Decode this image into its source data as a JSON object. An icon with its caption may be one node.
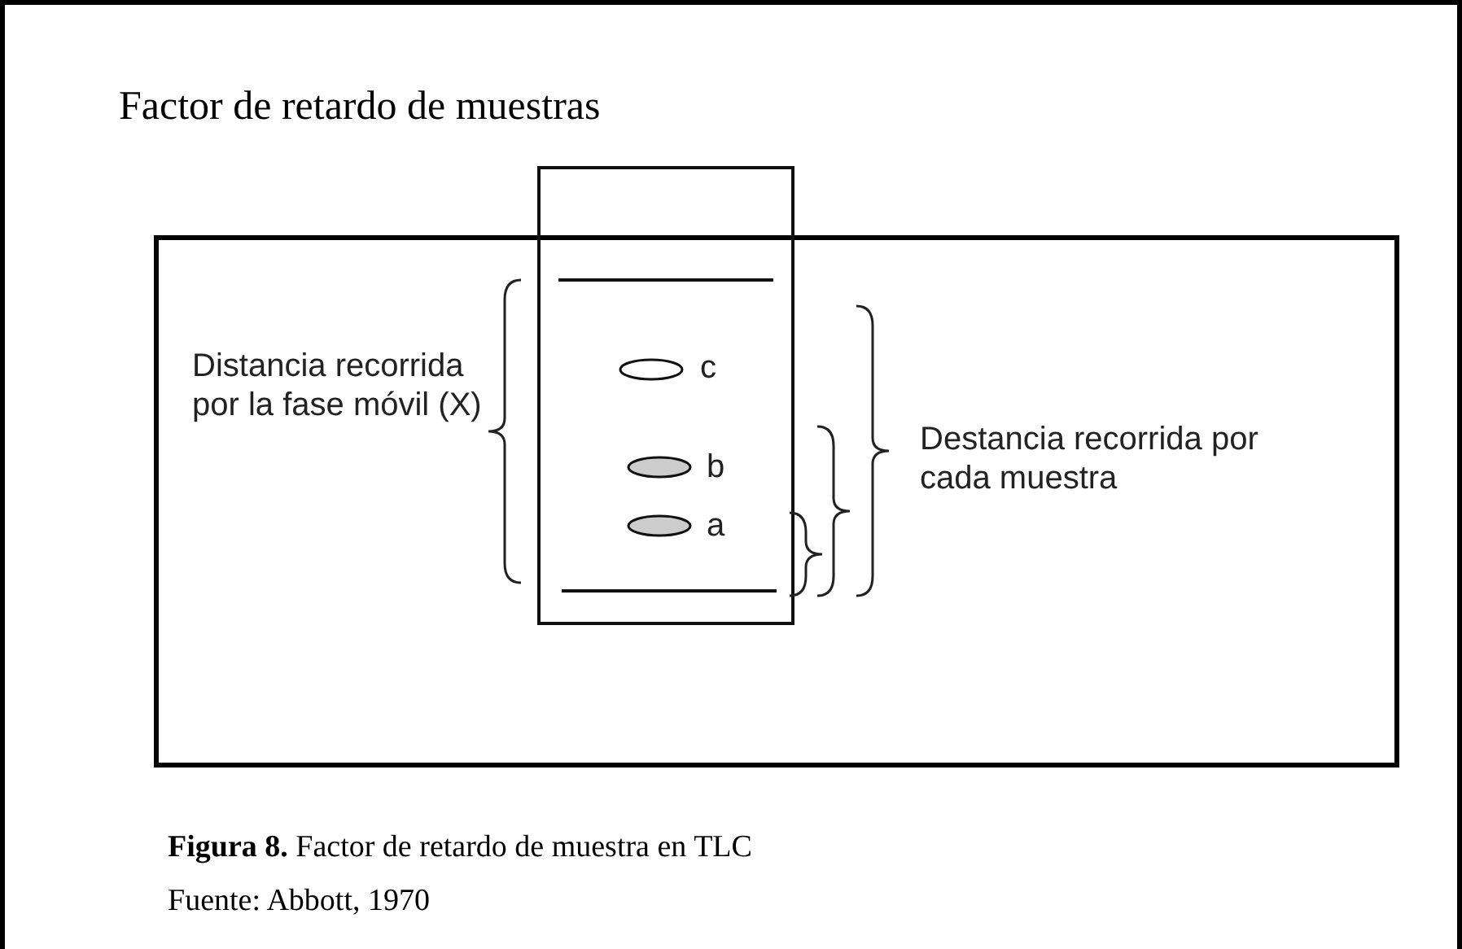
{
  "diagram": {
    "title": "Factor de retardo de muestras",
    "caption": "**Figura 8.** Factor de retardo de muestra en TLC",
    "labels": [
      "Distancia recorrida por la fase móvil (X)",
      "c",
      "b",
      "a",
      "Destancia recorrida por cada muestra",
      "Fuente: Abbott, 1970"
    ]
  }
}
